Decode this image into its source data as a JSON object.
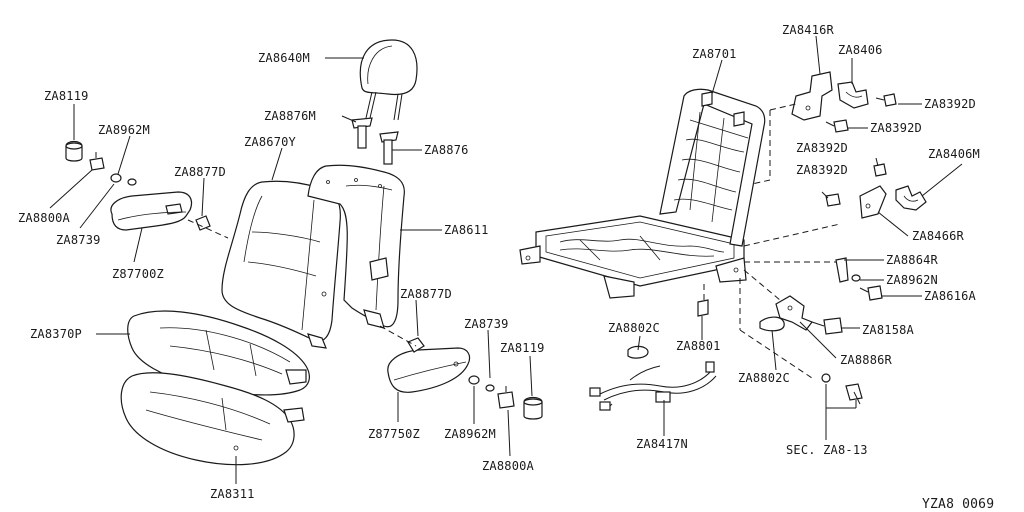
{
  "diagram_code": "YZA8  0069",
  "labels": {
    "headrest": "ZA8640M",
    "headrest_guide_1": "ZA8876M",
    "headrest_guide_2": "ZA8876",
    "back_trim": "ZA8670Y",
    "back_pad": "ZA8611",
    "frame": "ZA8701",
    "bolt_left": "ZA8119",
    "washer_left": "ZA8962M",
    "knob_left": "ZA8800A",
    "clip_left": "ZA8739",
    "recliner_clip_left": "ZA8877D",
    "cover_left": "Z87700Z",
    "cushion_trim": "ZA8370P",
    "cushion_pad": "ZA8311",
    "recliner_clip_right": "ZA8877D",
    "clip_right": "ZA8739",
    "bolt_right": "ZA8119",
    "cover_right": "Z87750Z",
    "washer_right": "ZA8962M",
    "knob_right": "ZA8800A",
    "bracket_r": "ZA8416R",
    "bracket_a": "ZA8406",
    "screw_d1": "ZA8392D",
    "screw_d2": "ZA8392D",
    "screw_d3": "ZA8392D",
    "screw_d4": "ZA8392D",
    "bracket_m": "ZA8406M",
    "bracket_466": "ZA8466R",
    "bracket_864": "ZA8864R",
    "washer_n": "ZA8962N",
    "bolt_616": "ZA8616A",
    "clip_802c_top": "ZA8802C",
    "clip_801": "ZA8801",
    "bolt_158": "ZA8158A",
    "bracket_886": "ZA8886R",
    "clip_802c_bottom": "ZA8802C",
    "harness": "ZA8417N",
    "section_ref": "SEC. ZA8-13"
  }
}
